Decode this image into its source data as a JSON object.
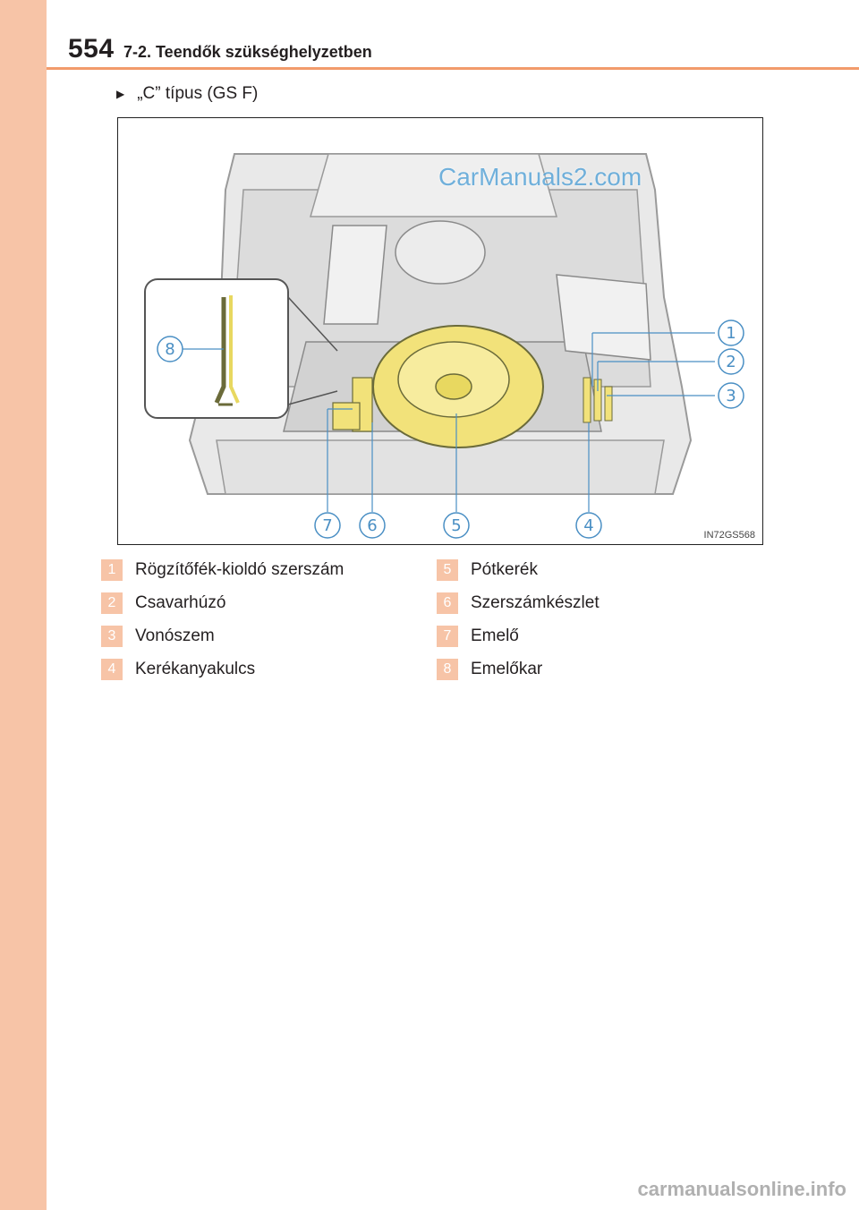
{
  "header": {
    "page_number": "554",
    "section_title": "7-2. Teendők szükséghelyzetben"
  },
  "type_heading": "„C” típus (GS F)",
  "figure": {
    "watermark": "CarManuals2.com",
    "code": "IN72GS568",
    "callouts": [
      "1",
      "2",
      "3",
      "4",
      "5",
      "6",
      "7",
      "8"
    ]
  },
  "legend": {
    "left": [
      {
        "num": "1",
        "label": "Rögzítőfék-kioldó szerszám"
      },
      {
        "num": "2",
        "label": "Csavarhúzó"
      },
      {
        "num": "3",
        "label": "Vonószem"
      },
      {
        "num": "4",
        "label": "Kerékanyakulcs"
      }
    ],
    "right": [
      {
        "num": "5",
        "label": "Pótkerék"
      },
      {
        "num": "6",
        "label": "Szerszámkészlet"
      },
      {
        "num": "7",
        "label": "Emelő"
      },
      {
        "num": "8",
        "label": "Emelőkar"
      }
    ]
  },
  "footer": {
    "site": "carmanualsonline.info"
  },
  "colors": {
    "accent": "#f7c4a7",
    "rule": "#f29b6b",
    "tool_yellow": "#f2e27a",
    "callout_line": "#4a8fc4"
  }
}
